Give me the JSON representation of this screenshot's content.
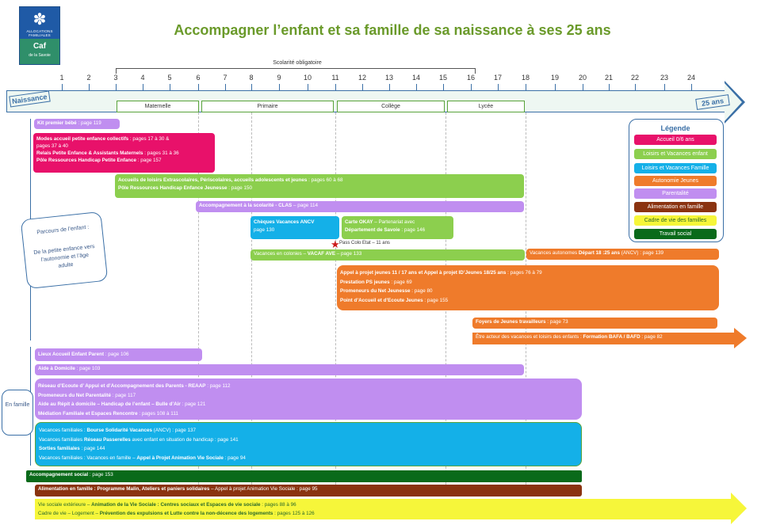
{
  "logo": {
    "alloc": "ALLOCATIONS FAMILIALES",
    "caf": "Caf",
    "savoie": "de la Savoie"
  },
  "title": "Accompagner l’enfant et sa famille de sa naissance à ses 25 ans",
  "scolarite_label": "Scolarité obligatoire",
  "ticks": [
    "1",
    "2",
    "3",
    "4",
    "5",
    "6",
    "7",
    "8",
    "9",
    "10",
    "11",
    "12",
    "13",
    "14",
    "15",
    "16",
    "17",
    "18",
    "19",
    "20",
    "21",
    "22",
    "23",
    "24"
  ],
  "naissance": "Naissance",
  "end_label": "25 ans",
  "stages": [
    "Maternelle",
    "Primaire",
    "Collège",
    "Lycée"
  ],
  "legend": {
    "title": "Légende",
    "items": [
      "Accueil 0/6 ans",
      "Loisirs  et Vacances enfant",
      "Loisirs et Vacances Famille",
      "Autonomie Jeunes",
      "Parentalité",
      "Alimentation en famille",
      "Cadre de vie des familles",
      "Travail social"
    ]
  },
  "colors": {
    "purple": "#c08ef0",
    "pink": "#e8116a",
    "green": "#8ccf4e",
    "blue": "#14b0e8",
    "orange": "#ef7b2b",
    "brown": "#8a3310",
    "darkgreen": "#0a6a1a",
    "yellow": "#f6f63a"
  },
  "parcours": {
    "title": "Parcours de l’enfant :",
    "text": "De la petite enfance vers l’autonomie et l’âge adulte"
  },
  "famille": "En famille",
  "pass_colo": "Pass Colo Etat – 11 ans",
  "boxes": {
    "kit": {
      "name": "Kit premier bébé",
      "page": " : page 119"
    },
    "modes": {
      "l1": "Modes accueil petite enfance collectifs",
      "p1": " : pages 17 à 30 &",
      "p1b": " pages 37 à 40",
      "l2": "Relais Petite Enfance & Assistants Maternels",
      "p2": " : pages 31 à 36",
      "l3": "Pôle Ressources Handicap Petite Enfance",
      "p3": " : page 157"
    },
    "alsh": {
      "l1": "Accueils de loisirs Extrascolaires, Périscolaires, accueils adolescents et jeunes",
      "p1": " : pages 60 à 68",
      "l2": "Pôle Ressources Handicap Enfance Jeunesse",
      "p2": " : page 150"
    },
    "clas": {
      "l1": "Accompagnement à la scolarité - CLAS",
      "p1": " – page 114"
    },
    "ancv": {
      "l1": "Chèques Vacances ANCV",
      "p1": "page 130"
    },
    "okay": {
      "l1": "Carte OKAY",
      "m1": " – Partenariat avec",
      "l2": "Département de Savoie",
      "p2": " : page 146"
    },
    "colonies": {
      "pre": "Vacances en colonies – ",
      "l1": "VACAF AVE",
      "p1": " – page 133"
    },
    "autonomes": {
      "pre": "Vacances autonomes ",
      "l1": "Départ 18 :25 ans",
      "m1": " (ANCV)",
      "p1": " : page 139"
    },
    "jeunes": {
      "l1": "Appel à projet jeunes 11 / 17 ans et Appel à projet ID’Jeunes 18/25 ans",
      "p1": " : pages 76 à 79",
      "l2": "Prestation PS jeunes",
      "p2": " : page 69",
      "l3": "Promeneurs du Net Jeunesse",
      "p3": " : page 80",
      "l4": "Point d’Accueil et d’Ecoute Jeunes",
      "p4": " : page 155"
    },
    "fjt": {
      "l1": "Foyers de Jeunes travailleurs",
      "p1": " : page 73"
    },
    "bafa": {
      "pre": "Être acteur des vacances et loisirs des enfants : ",
      "l1": "Formation BAFA / BAFD",
      "p1": " : page 82"
    },
    "laep": {
      "l1": "Lieux Accueil Enfant Parent",
      "p1": " : page 106"
    },
    "domicile": {
      "l1": "Aide à Domicile",
      "p1": " : page 103"
    },
    "reaap": {
      "l1": "Réseau d’Ecoute  d’ Appui et d’Accompagnement des Parents - REAAP",
      "p1": " : page 112",
      "l2": "Promeneurs du Net Parentalité",
      "p2": " : page 117",
      "l3": "Aide au Répit à domicile – Handicap de l’enfant – Bulle d’Air",
      "p3": " : page 121",
      "l4": "Médiation Familiale et Espaces Rencontre",
      "p4": " : pages 108 à 111"
    },
    "vacfam": {
      "a1": "Vacances familiales : ",
      "l1": "Bourse Solidarité Vacances",
      "m1": " (ANCV)",
      "p1": " : page 137",
      "a2": "Vacances familiales ",
      "l2": "Réseau Passerelles",
      "m2": " avec enfant en situation de handicap",
      "p2": " : page 141",
      "l3": "Sorties familiales",
      "p3": " : page 144",
      "a4": "Vacances familiales : Vacances en famille – ",
      "l4": "Appel à Projet Animation Vie Sociale",
      "p4": " : page 94"
    },
    "social": {
      "l1": "Accompagnement social",
      "p1": " : page 153"
    },
    "alim": {
      "l1": "Alimentation en famille : Programme Malin, Ateliers et paniers solidaires",
      "m1": " – Appel à projet Animation Vie Sociale",
      "p1": " : page 95"
    },
    "cadre": {
      "a1": "Vie sociale extérieure – ",
      "l1": "Animation de la Vie Sociale : Centres sociaux et Espaces de vie sociale",
      "p1": " : pages 88 à 96",
      "a2": "Cadre de vie – Logement – ",
      "l2": "Prévention des expulsions et Lutte contre la non-décence des logements",
      "p2": " : pages 125 à 126"
    }
  }
}
